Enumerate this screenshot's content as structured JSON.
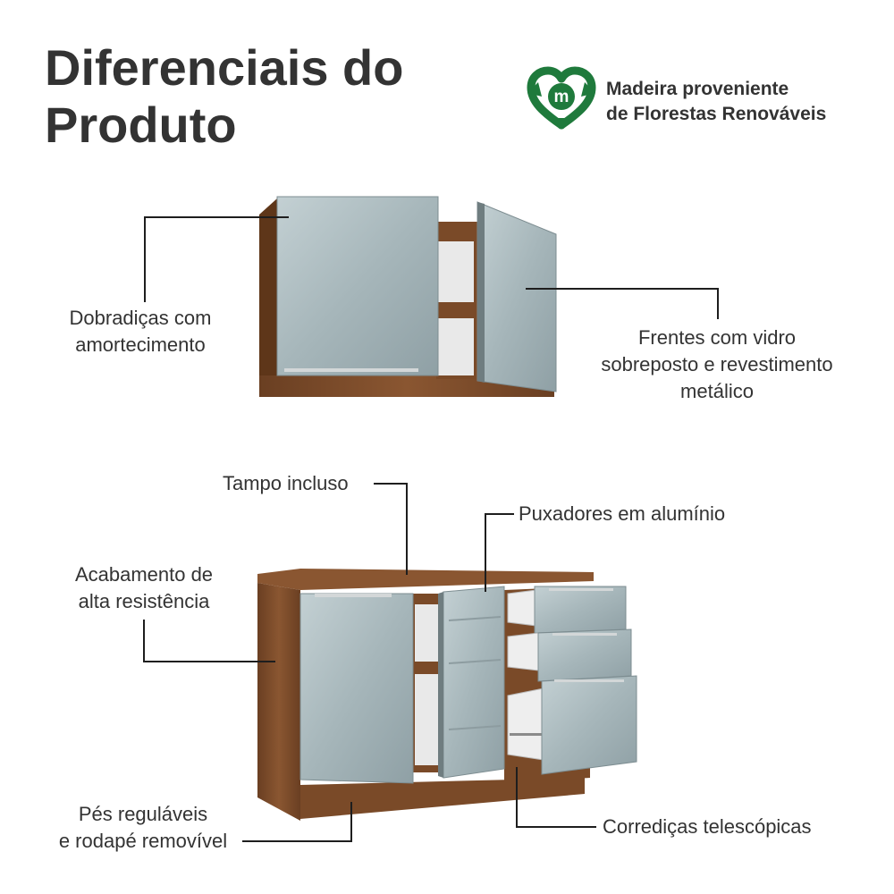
{
  "title": {
    "line1": "Diferenciais do",
    "line2": "Produto"
  },
  "badge": {
    "icon": "recycle-heart-m-icon",
    "letter": "m",
    "line1": "Madeira proveniente",
    "line2": "de Florestas Renováveis",
    "color": "#1f7a3c"
  },
  "features": {
    "hinges": {
      "line1": "Dobradiças com",
      "line2": "amortecimento"
    },
    "fronts": {
      "line1": "Frentes com vidro",
      "line2": "sobreposto e revestimento",
      "line3": "metálico"
    },
    "top": {
      "label": "Tampo incluso"
    },
    "handles": {
      "label": "Puxadores em alumínio"
    },
    "finish": {
      "line1": "Acabamento de",
      "line2": "alta resistência"
    },
    "feet": {
      "line1": "Pés reguláveis",
      "line2": "e rodapé removível"
    },
    "slides": {
      "label": "Corrediças telescópicas"
    }
  },
  "colors": {
    "wood": "#7a4a28",
    "wood_dark": "#5e3619",
    "glass": "#a9b9bd",
    "glass_light": "#c6d3d6",
    "line": "#1e1e1e"
  }
}
